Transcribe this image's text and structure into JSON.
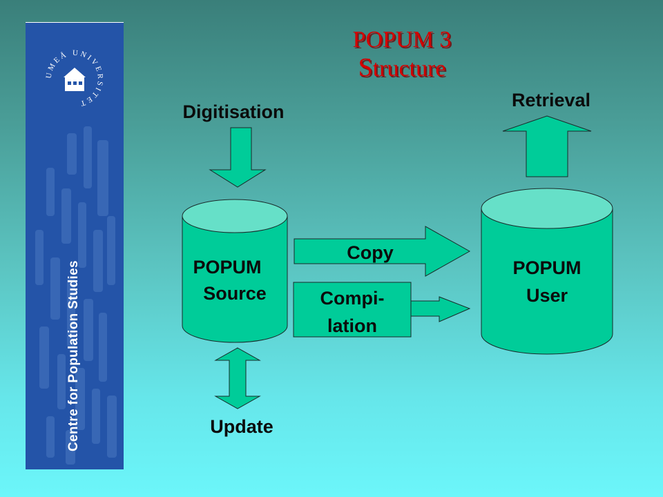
{
  "title": {
    "line1": "POPUM 3",
    "line2_initial": "S",
    "line2_rest": "tructure"
  },
  "sidebar": {
    "label": "Centre for Population Studies",
    "logo_text": "UMEÅ UNIVERSITET"
  },
  "diagram": {
    "digitisation": "Digitisation",
    "retrieval": "Retrieval",
    "update": "Update",
    "copy": "Copy",
    "compilation_line1": "Compi-",
    "compilation_line2": "lation",
    "source_line1": "POPUM",
    "source_line2": "Source",
    "user_line1": "POPUM",
    "user_line2": "User"
  },
  "colors": {
    "shape_fill": "#00cc99",
    "cylinder_top": "#66e0c8",
    "title_red": "#d40000",
    "sidebar_blue": "#2454a8"
  }
}
